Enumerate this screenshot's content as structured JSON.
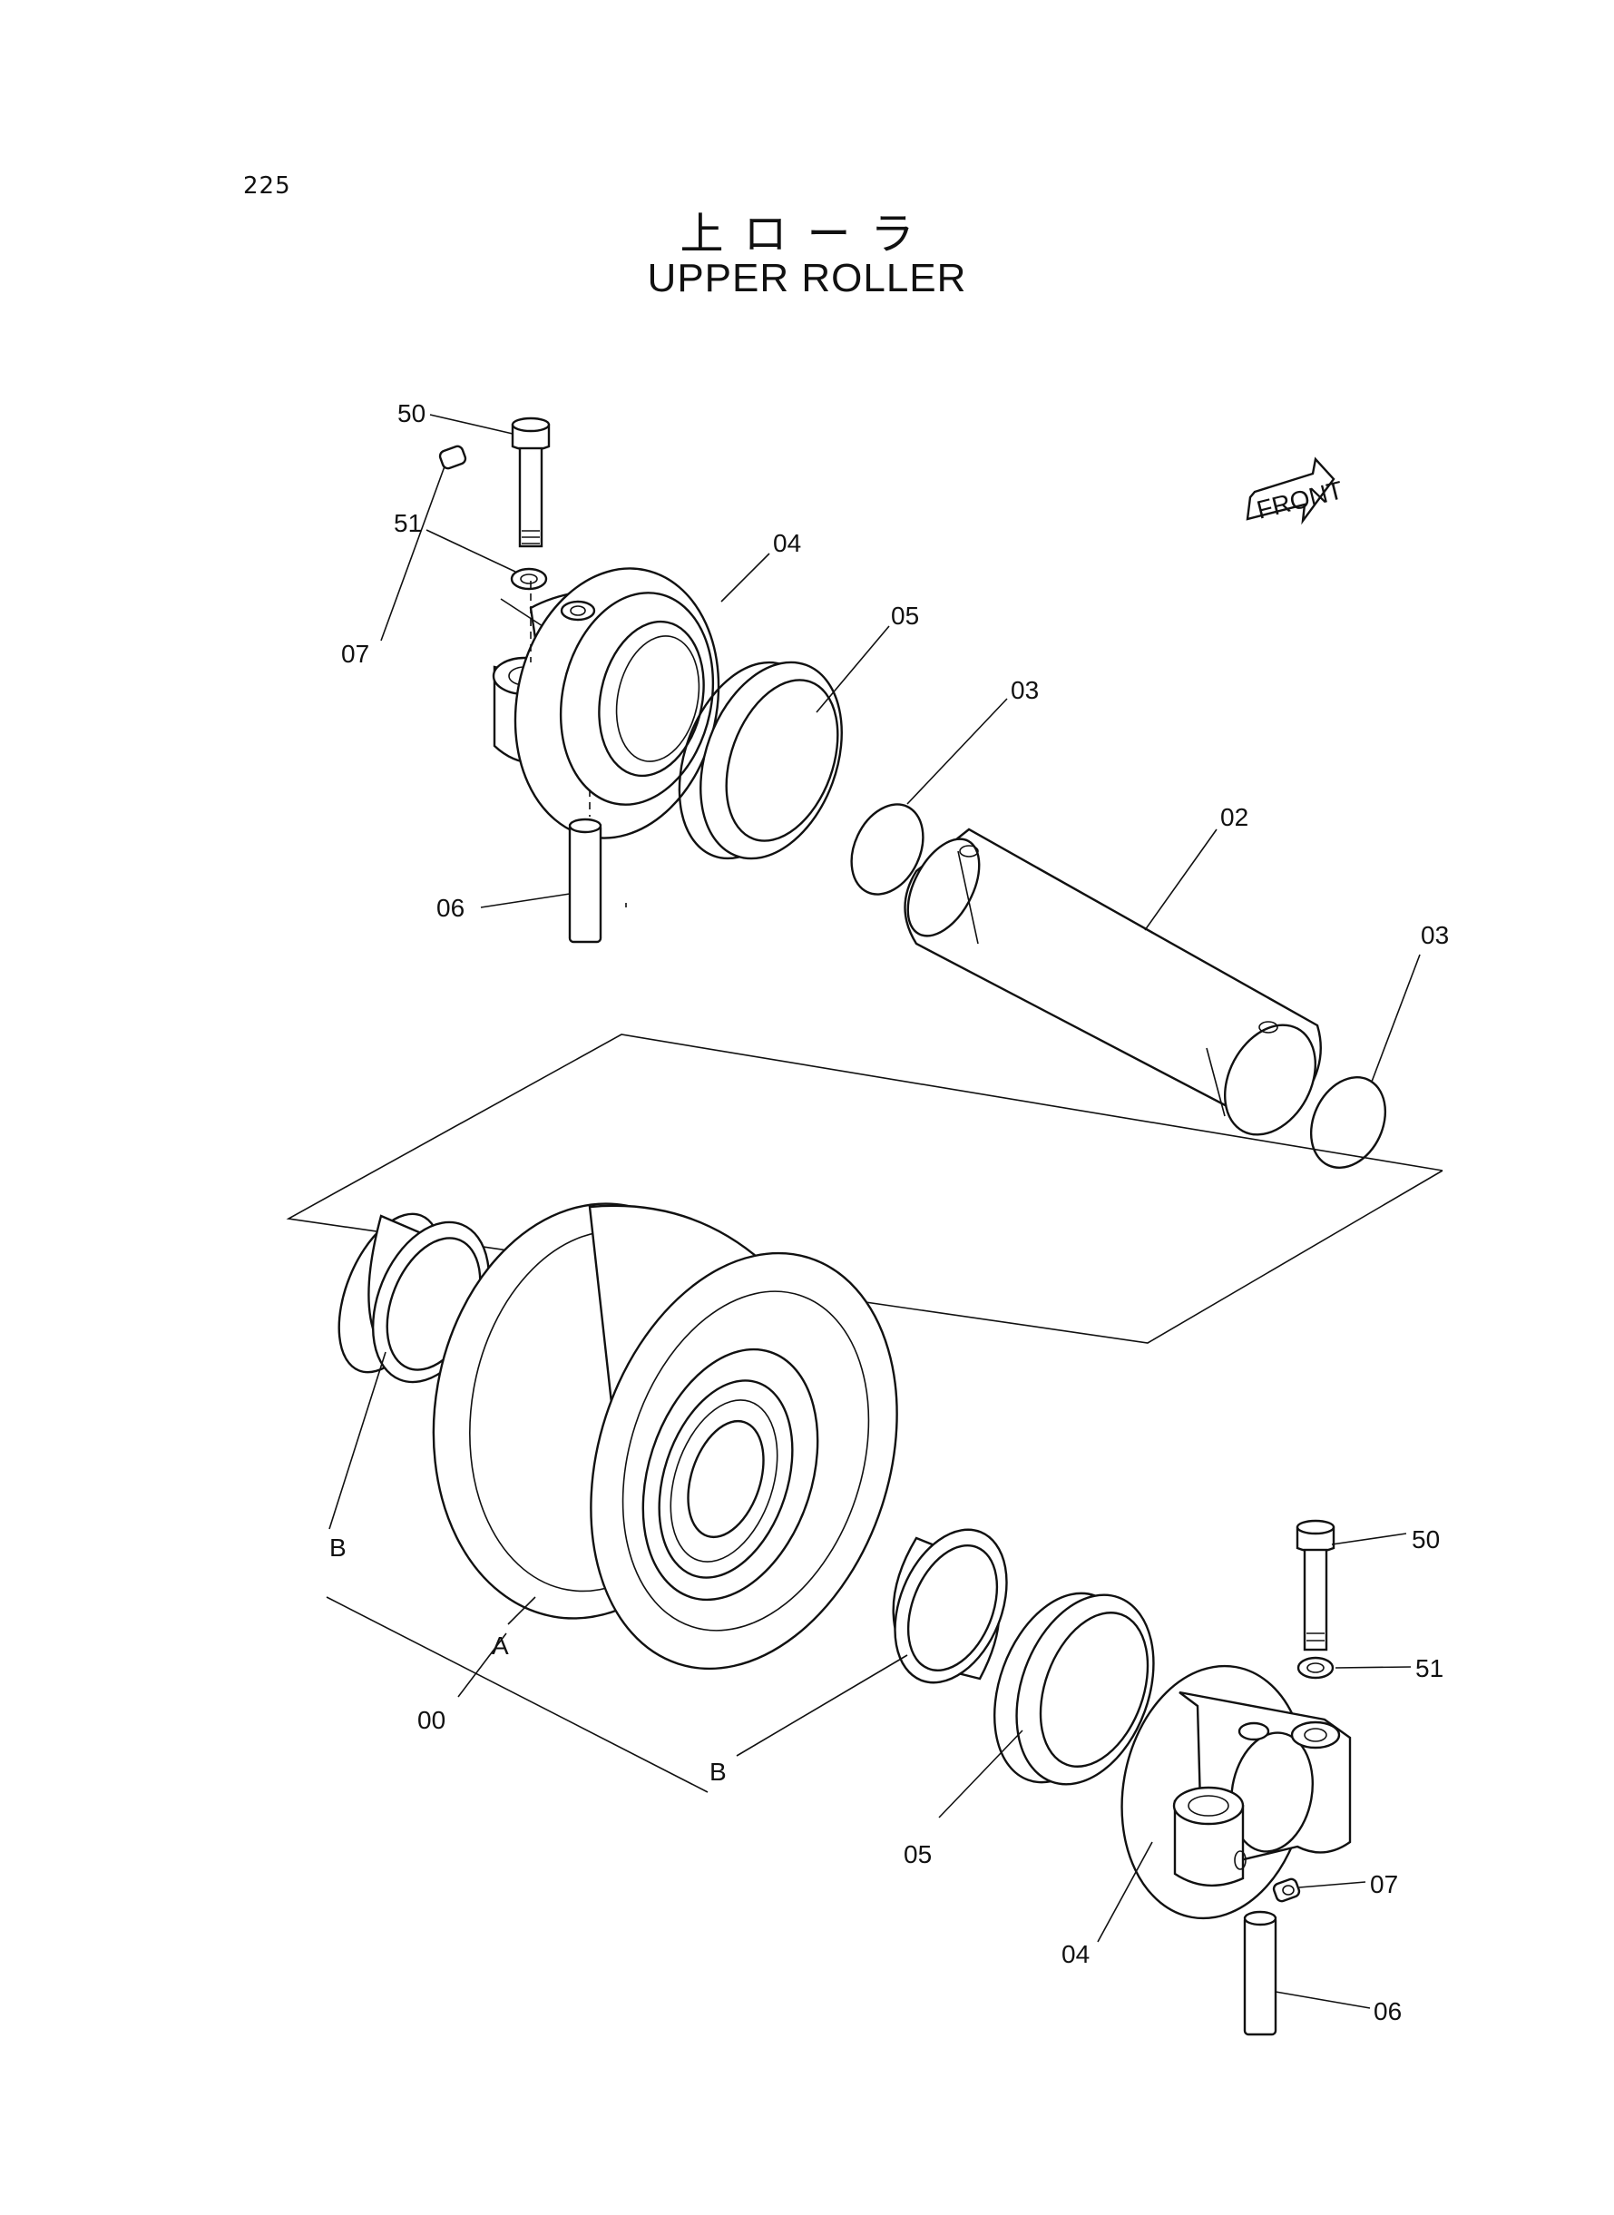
{
  "page": {
    "number": "225"
  },
  "title": {
    "japanese": "上ローラ",
    "english": "UPPER ROLLER"
  },
  "front_marker": {
    "label": "FRONT"
  },
  "callouts": [
    {
      "id": "c50a",
      "label": "50"
    },
    {
      "id": "c51a",
      "label": "51"
    },
    {
      "id": "c07a",
      "label": "07"
    },
    {
      "id": "c04a",
      "label": "04"
    },
    {
      "id": "c05a",
      "label": "05"
    },
    {
      "id": "c03a",
      "label": "03"
    },
    {
      "id": "c02",
      "label": "02"
    },
    {
      "id": "c06a",
      "label": "06"
    },
    {
      "id": "c03b",
      "label": "03"
    },
    {
      "id": "cBa",
      "label": "B"
    },
    {
      "id": "cA",
      "label": "A"
    },
    {
      "id": "c00",
      "label": "00"
    },
    {
      "id": "cBb",
      "label": "B"
    },
    {
      "id": "c05b",
      "label": "05"
    },
    {
      "id": "c50b",
      "label": "50"
    },
    {
      "id": "c51b",
      "label": "51"
    },
    {
      "id": "c07b",
      "label": "07"
    },
    {
      "id": "c04b",
      "label": "04"
    },
    {
      "id": "c06b",
      "label": "06"
    }
  ]
}
